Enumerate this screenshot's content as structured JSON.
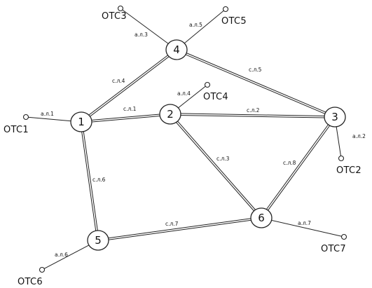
{
  "nodes": [
    {
      "id": "1",
      "label": "1"
    },
    {
      "id": "2",
      "label": "2"
    },
    {
      "id": "3",
      "label": "3"
    },
    {
      "id": "4",
      "label": "4"
    },
    {
      "id": "5",
      "label": "5"
    },
    {
      "id": "6",
      "label": "6"
    }
  ],
  "stations": [
    {
      "id": "OTC1",
      "label": "OTC1",
      "attached_to": "1"
    },
    {
      "id": "OTC2",
      "label": "OTC2",
      "attached_to": "3"
    },
    {
      "id": "OTC3",
      "label": "OTC3",
      "attached_to": "4"
    },
    {
      "id": "OTC4",
      "label": "OTC4",
      "attached_to": "2"
    },
    {
      "id": "OTC5",
      "label": "OTC5",
      "attached_to": "4"
    },
    {
      "id": "OTC6",
      "label": "OTC6",
      "attached_to": "5"
    },
    {
      "id": "OTC7",
      "label": "OTC7",
      "attached_to": "6"
    }
  ],
  "trunk_links": [
    {
      "id": "c1",
      "from": "1",
      "to": "2",
      "label": "с.л.1"
    },
    {
      "id": "c2",
      "from": "2",
      "to": "3",
      "label": "с.л.2"
    },
    {
      "id": "c3",
      "from": "2",
      "to": "6",
      "label": "с.л.3"
    },
    {
      "id": "c4",
      "from": "1",
      "to": "4",
      "label": "с.л.4"
    },
    {
      "id": "c5",
      "from": "4",
      "to": "3",
      "label": "с.л.5"
    },
    {
      "id": "c6",
      "from": "1",
      "to": "5",
      "label": "с.л.6"
    },
    {
      "id": "c7",
      "from": "5",
      "to": "6",
      "label": "с.л.7"
    },
    {
      "id": "c8",
      "from": "6",
      "to": "3",
      "label": "с.л.8"
    }
  ],
  "access_links": [
    {
      "id": "a1",
      "from": "1",
      "to": "OTC1",
      "label": "а.л.1"
    },
    {
      "id": "a2",
      "from": "3",
      "to": "OTC2",
      "label": "а.л.2"
    },
    {
      "id": "a3",
      "from": "4",
      "to": "OTC3",
      "label": "а.л.3"
    },
    {
      "id": "a4",
      "from": "2",
      "to": "OTC4",
      "label": "а.л.4"
    },
    {
      "id": "a5",
      "from": "4",
      "to": "OTC5",
      "label": "а.л.5"
    },
    {
      "id": "a6",
      "from": "5",
      "to": "OTC6",
      "label": "а.л.6"
    },
    {
      "id": "a7",
      "from": "6",
      "to": "OTC7",
      "label": "а.л.7"
    }
  ]
}
